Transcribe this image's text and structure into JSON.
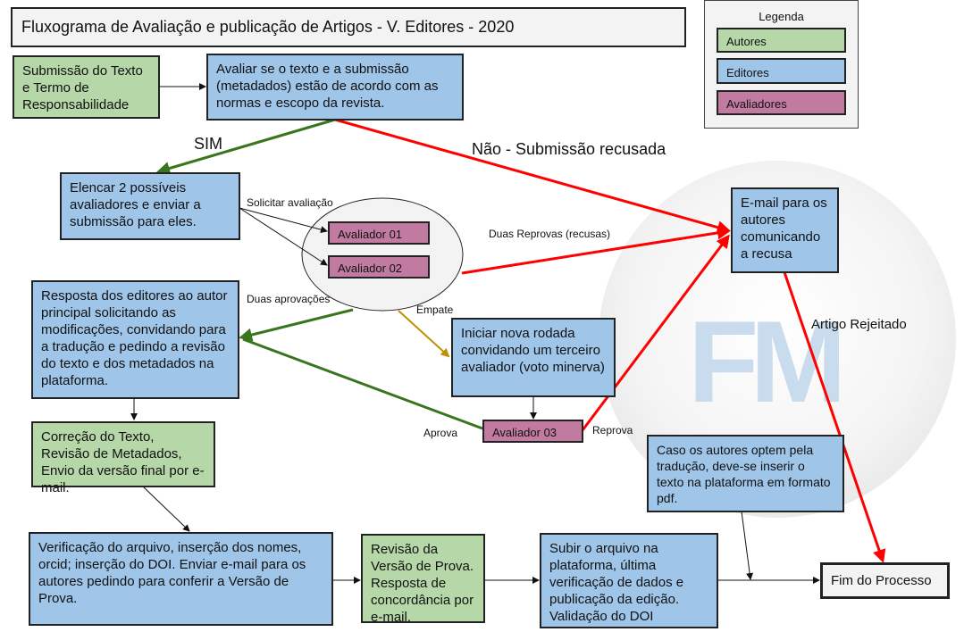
{
  "title": "Fluxograma de Avaliação e publicação de Artigos - V. Editores - 2020",
  "legend": {
    "heading": "Legenda",
    "items": [
      "Autores",
      "Editores",
      "Avaliadores"
    ]
  },
  "watermark": "FM",
  "nodes": {
    "submissao": "Submissão do Texto e Termo de Responsabilidade",
    "avaliar": "Avaliar se o texto e a submissão (metadados) estão de acordo com as normas e escopo da revista.",
    "elencar": "Elencar 2 possíveis avaliadores e enviar a submissão para eles.",
    "aval01": "Avaliador 01",
    "aval02": "Avaliador 02",
    "resposta": "Resposta dos editores ao autor principal solicitando as modificações, convidando para a tradução e pedindo a revisão do texto e dos metadados na plataforma.",
    "email": "E-mail para os autores comunicando a recusa",
    "iniciar": "Iniciar nova rodada convidando um terceiro avaliador (voto minerva)",
    "aval03": "Avaliador 03",
    "correcao": "Correção do Texto, Revisão de Metadados, Envio da versão final por e-mail.",
    "caso": "Caso os autores optem pela tradução, deve-se inserir o texto na plataforma em formato pdf.",
    "verificacao": "Verificação do arquivo, inserção dos nomes, orcid; inserção do DOI. Enviar e-mail para os autores pedindo para conferir a Versão de Prova.",
    "revisao": "Revisão da Versão de Prova.  Resposta de concordância por e-mail.",
    "subir": "Subir o arquivo na plataforma, última verificação de dados e publicação da edição. Validação do DOI",
    "fim": "Fim do Processo"
  },
  "edge_labels": {
    "sim": "SIM",
    "nao": "Não - Submissão recusada",
    "solicitar": "Solicitar avaliação",
    "duas_reprovas": "Duas Reprovas (recusas)",
    "duas_aprovacoes": "Duas aprovações",
    "empate": "Empate",
    "aprova": "Aprova",
    "reprova": "Reprova",
    "rejeitado": "Artigo Rejeitado"
  },
  "colors": {
    "autores": "#b6d7a8",
    "editores": "#9fc5e8",
    "avaliadores": "#c27ba0",
    "red": "#ff0000",
    "green": "#38761d",
    "yellow": "#bf9000"
  }
}
